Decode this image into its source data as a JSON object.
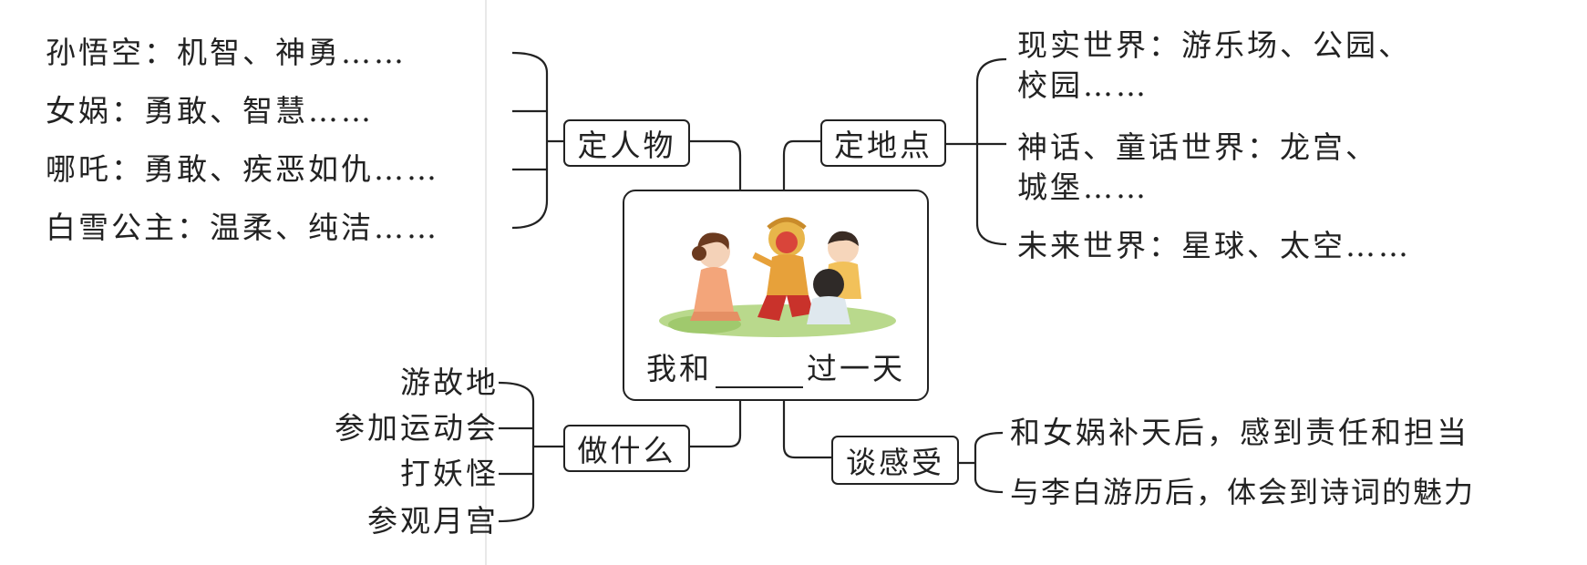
{
  "center": {
    "prefix": "我和",
    "suffix": "过一天",
    "image": "children-with-monkey-king-illustration"
  },
  "nodes": {
    "characters": "定人物",
    "places": "定地点",
    "activities": "做什么",
    "feelings": "谈感受"
  },
  "characters": [
    "孙悟空：机智、神勇……",
    "女娲：勇敢、智慧……",
    "哪吒：勇敢、疾恶如仇……",
    "白雪公主：温柔、纯洁……"
  ],
  "places": [
    {
      "line1": "现实世界：游乐场、公园、",
      "line2": "校园……"
    },
    {
      "line1": "神话、童话世界：龙宫、",
      "line2": "城堡……"
    },
    {
      "line1": "未来世界：星球、太空……",
      "line2": ""
    }
  ],
  "activities": [
    "游故地",
    "参加运动会",
    "打妖怪",
    "参观月宫"
  ],
  "feelings": [
    "和女娲补天后，感到责任和担当",
    "与李白游历后，体会到诗词的魅力"
  ]
}
